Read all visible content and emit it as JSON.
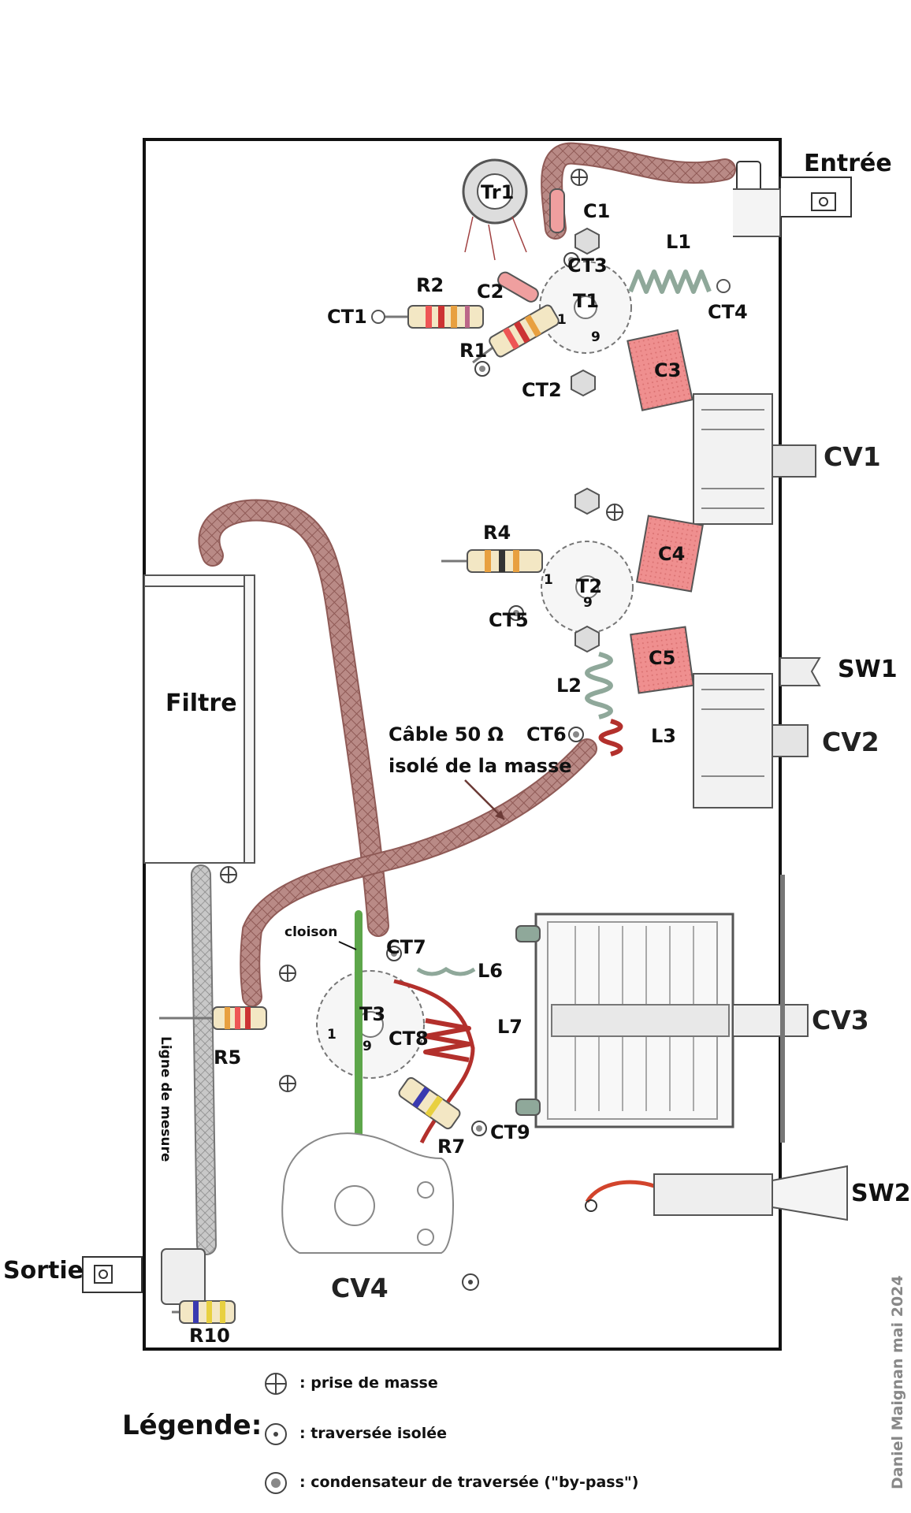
{
  "terminals": {
    "entree": "Entrée",
    "sortie": "Sortie"
  },
  "components": {
    "tr1": "Tr1",
    "c1": "C1",
    "c2": "C2",
    "c3": "C3",
    "c4": "C4",
    "c5": "C5",
    "ct1": "CT1",
    "ct2": "CT2",
    "ct3": "CT3",
    "ct4": "CT4",
    "ct5": "CT5",
    "ct6": "CT6",
    "ct7": "CT7",
    "ct8": "CT8",
    "ct9": "CT9",
    "l1": "L1",
    "l2": "L2",
    "l3": "L3",
    "l6": "L6",
    "l7": "L7",
    "r1": "R1",
    "r2": "R2",
    "r4": "R4",
    "r5": "R5",
    "r7": "R7",
    "r10": "R10",
    "t1": "T1",
    "t2": "T2",
    "t3": "T3",
    "pin1": "1",
    "pin9": "9",
    "cv1": "CV1",
    "cv2": "CV2",
    "cv3": "CV3",
    "cv4": "CV4",
    "sw1": "SW1",
    "sw2": "SW2"
  },
  "annotations": {
    "filtre": "Filtre",
    "cable_line1": "Câble 50 Ω",
    "cable_line2": "isolé de la masse",
    "cloison": "cloison",
    "ligne_mesure": "Ligne de mesure"
  },
  "legend": {
    "title": "Légende:",
    "items": [
      {
        "symbol": "ground-lug",
        "text": ": prise de masse"
      },
      {
        "symbol": "insulated-feedthrough",
        "text": ": traversée isolée"
      },
      {
        "symbol": "feedthrough-capacitor",
        "text": ": condensateur de traversée (\"by-pass\")"
      }
    ]
  },
  "credit": "Daniel Maignan mai 2024",
  "colors": {
    "coax": "#b98a86",
    "coax_dark": "#8f5a56",
    "capacitor": "#ef8f8f",
    "coil_grey": "#8fa89a",
    "coil_red": "#b3302c",
    "green_wire": "#5da64a",
    "outline": "#111111"
  }
}
